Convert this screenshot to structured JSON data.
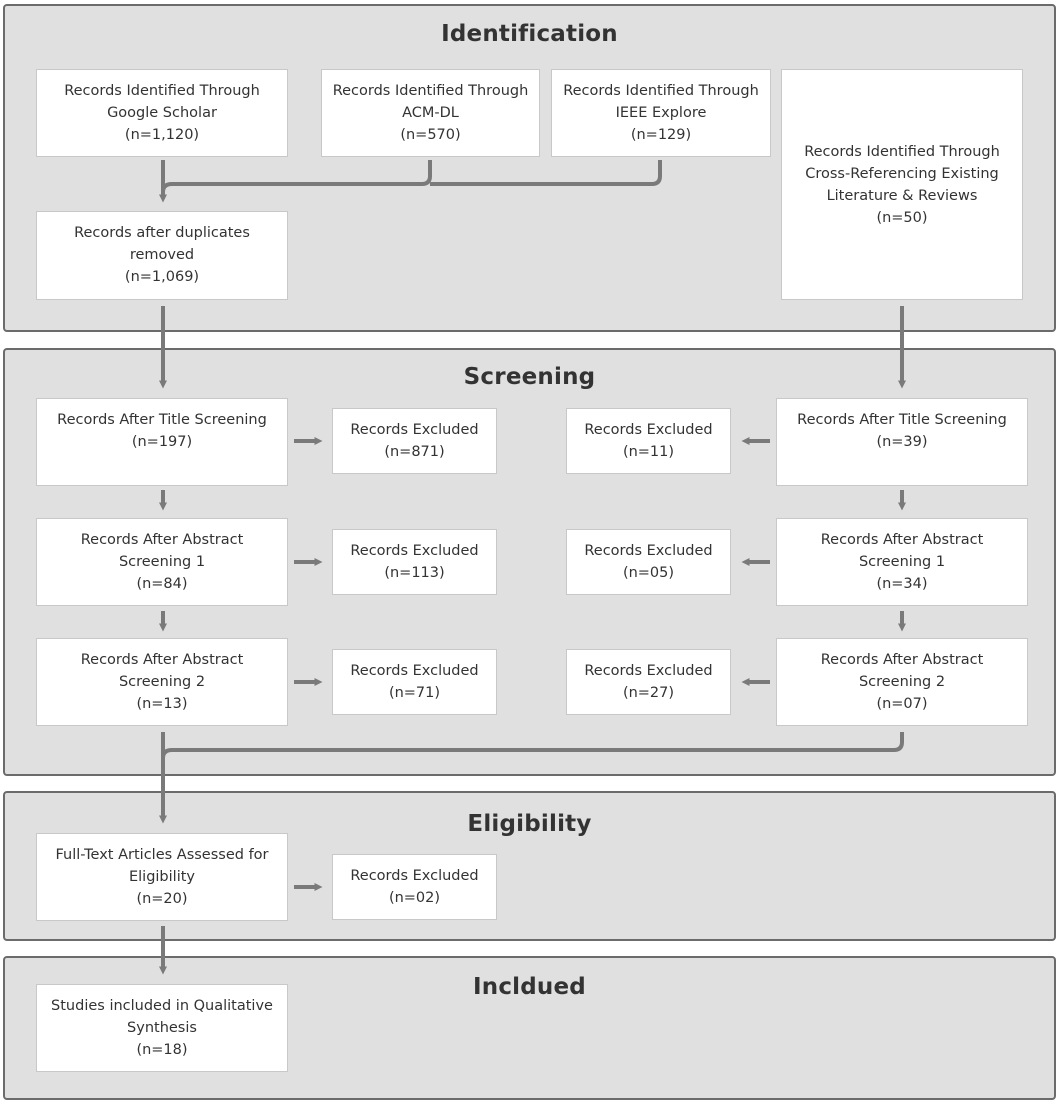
{
  "sections": {
    "identification": "Identification",
    "screening": "Screening",
    "eligibility": "Eligibility",
    "included": "Incldued"
  },
  "identification": {
    "google": {
      "line1": "Records Identified Through",
      "line2": "Google Scholar",
      "count": "(n=1,120)"
    },
    "acm": {
      "line1": "Records Identified Through",
      "line2": "ACM-DL",
      "count": "(n=570)"
    },
    "ieee": {
      "line1": "Records Identified Through",
      "line2": "IEEE Explore",
      "count": "(n=129)"
    },
    "crossref": {
      "line1": "Records Identified Through",
      "line2": "Cross-Referencing Existing",
      "line3": "Literature & Reviews",
      "count": "(n=50)"
    },
    "dedup": {
      "line1": "Records after duplicates",
      "line2": "removed",
      "count": "(n=1,069)"
    }
  },
  "screening": {
    "left": {
      "title": {
        "line1": "Records After Title Screening",
        "count": "(n=197)"
      },
      "title_excluded": {
        "line1": "Records Excluded",
        "count": "(n=871)"
      },
      "abstract1": {
        "line1": "Records After Abstract",
        "line2": "Screening 1",
        "count": "(n=84)"
      },
      "abstract1_excluded": {
        "line1": "Records Excluded",
        "count": "(n=113)"
      },
      "abstract2": {
        "line1": "Records After Abstract",
        "line2": "Screening 2",
        "count": "(n=13)"
      },
      "abstract2_excluded": {
        "line1": "Records Excluded",
        "count": "(n=71)"
      }
    },
    "right": {
      "title": {
        "line1": "Records After Title Screening",
        "count": "(n=39)"
      },
      "title_excluded": {
        "line1": "Records Excluded",
        "count": "(n=11)"
      },
      "abstract1": {
        "line1": "Records After Abstract",
        "line2": "Screening 1",
        "count": "(n=34)"
      },
      "abstract1_excluded": {
        "line1": "Records Excluded",
        "count": "(n=05)"
      },
      "abstract2": {
        "line1": "Records After Abstract",
        "line2": "Screening 2",
        "count": "(n=07)"
      },
      "abstract2_excluded": {
        "line1": "Records Excluded",
        "count": "(n=27)"
      }
    }
  },
  "eligibility": {
    "fulltext": {
      "line1": "Full-Text Articles Assessed for",
      "line2": "Eligibility",
      "count": "(n=20)"
    },
    "excluded": {
      "line1": "Records Excluded",
      "count": "(n=02)"
    }
  },
  "included": {
    "studies": {
      "line1": "Studies included in Qualitative",
      "line2": "Synthesis",
      "count": "(n=18)"
    }
  },
  "colors": {
    "panel_bg": "#e0e0e0",
    "panel_border": "#6b6b6b",
    "arrow": "#7a7a7a",
    "box_bg": "#ffffff"
  }
}
